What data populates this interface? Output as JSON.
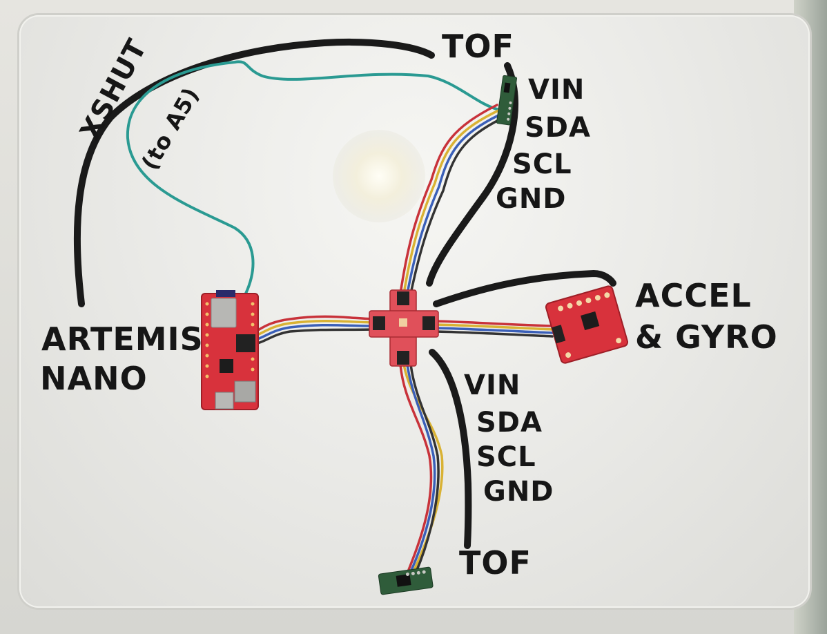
{
  "labels": {
    "tof_top": "TOF",
    "tof_bottom": "TOF",
    "xshut": "XSHUT",
    "xshut_pin": "(to A5)",
    "pins_top": [
      "VIN",
      "SDA",
      "SCL",
      "GND"
    ],
    "pins_bottom": [
      "VIN",
      "SDA",
      "SCL",
      "GND"
    ],
    "accel_line1": "ACCEL",
    "accel_line2": "& GYRO",
    "artemis_line1": "ARTEMIS",
    "artemis_line2": "NANO"
  },
  "colors": {
    "marker": "#161616",
    "pcb_red": "#d8323c",
    "pcb_green": "#2f5c3a",
    "wire_teal": "#2a9a92",
    "wire_red": "#c8323a",
    "wire_yellow": "#d9b234",
    "wire_blue": "#3a5fb8",
    "wire_black": "#333333"
  }
}
